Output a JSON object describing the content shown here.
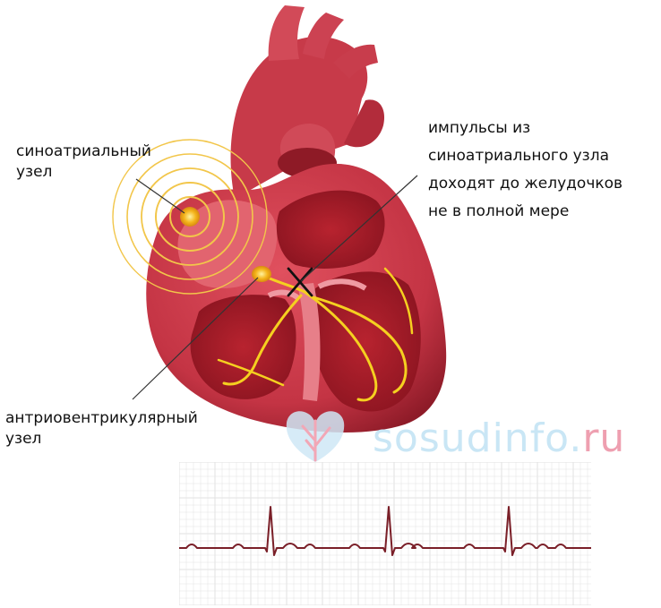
{
  "labels": {
    "sinoatrial_node": [
      "синоатриальный",
      "узел"
    ],
    "av_node": [
      "антриовентрикулярный",
      "узел"
    ],
    "impulse_note": [
      "импульсы из",
      "синоатриального узла",
      "доходят до желудочков",
      "не в полной мере"
    ]
  },
  "watermark": {
    "main": "sosudinfo",
    "dot": ".",
    "tld": "ru"
  },
  "colors": {
    "heart_outer": "#c93a4a",
    "heart_dark": "#9c1e2c",
    "chamber": "#b01f2e",
    "wall_light": "#e88a92",
    "conduction": "#f5d020",
    "node": "#f0a818",
    "ecg_trace": "#7a1f28",
    "ecg_grid": "#e2e2e2",
    "watermark_blue": "#c9e6f5",
    "watermark_pink": "#ee9fb0"
  },
  "ecg": {
    "beats": 3,
    "blocked_p_waves": true
  }
}
